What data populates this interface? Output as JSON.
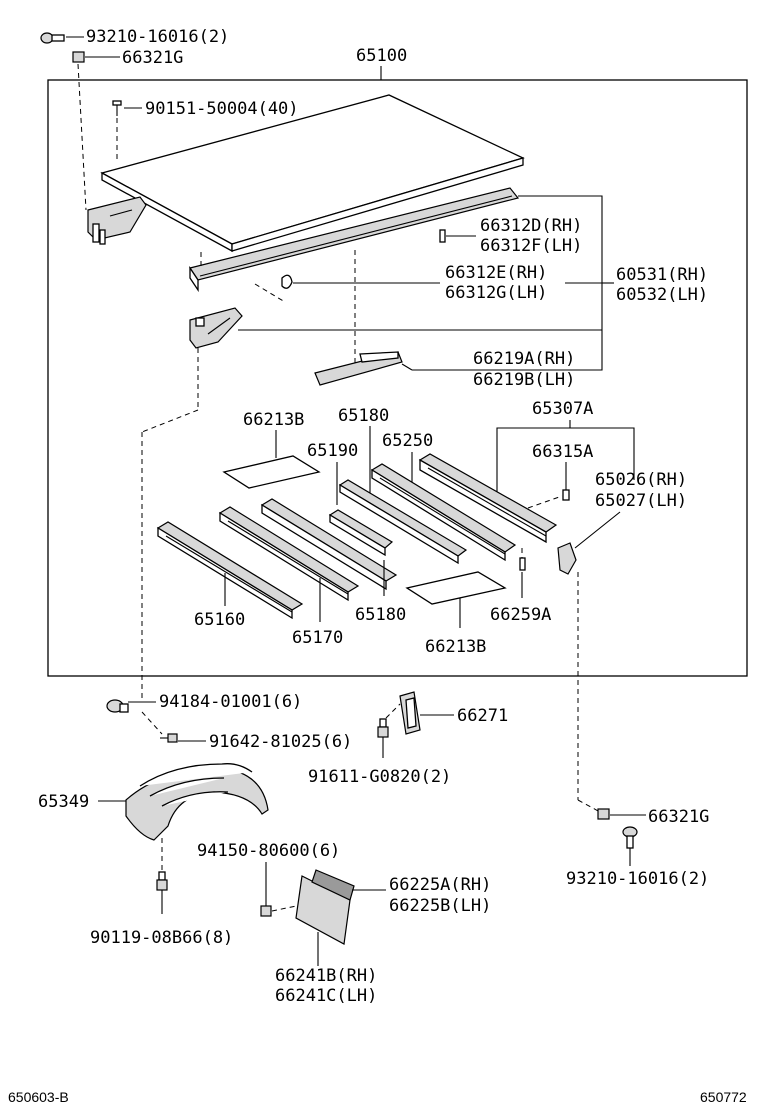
{
  "labels": {
    "bolt_93210_top": "93210-16016(2)",
    "nut_66321G_top": "66321G",
    "assy_65100": "65100",
    "screw_90151": "90151-50004(40)",
    "p66312D": "66312D(RH)",
    "p66312F": "66312F(LH)",
    "p66312E": "66312E(RH)",
    "p66312G": "66312G(LH)",
    "p60531": "60531(RH)",
    "p60532": "60532(LH)",
    "p66219A": "66219A(RH)",
    "p66219B": "66219B(LH)",
    "p66213B_top": "66213B",
    "p65180_top": "65180",
    "p65190": "65190",
    "p65250": "65250",
    "p65307A": "65307A",
    "p66315A": "66315A",
    "p65026": "65026(RH)",
    "p65027": "65027(LH)",
    "p65160": "65160",
    "p65170": "65170",
    "p65180_bottom": "65180",
    "p66259A": "66259A",
    "p66213B_bottom": "66213B",
    "p94184": "94184-01001(6)",
    "p91642": "91642-81025(6)",
    "p66271": "66271",
    "p91611": "91611-G0820(2)",
    "p65349": "65349",
    "p66321G_bottom": "66321G",
    "bolt_93210_bottom": "93210-16016(2)",
    "p94150": "94150-80600(6)",
    "p66225A": "66225A(RH)",
    "p66225B": "66225B(LH)",
    "p90119": "90119-08B66(8)",
    "p66241B": "66241B(RH)",
    "p66241C": "66241C(LH)",
    "code_left": "650603-B",
    "code_right": "650772"
  }
}
